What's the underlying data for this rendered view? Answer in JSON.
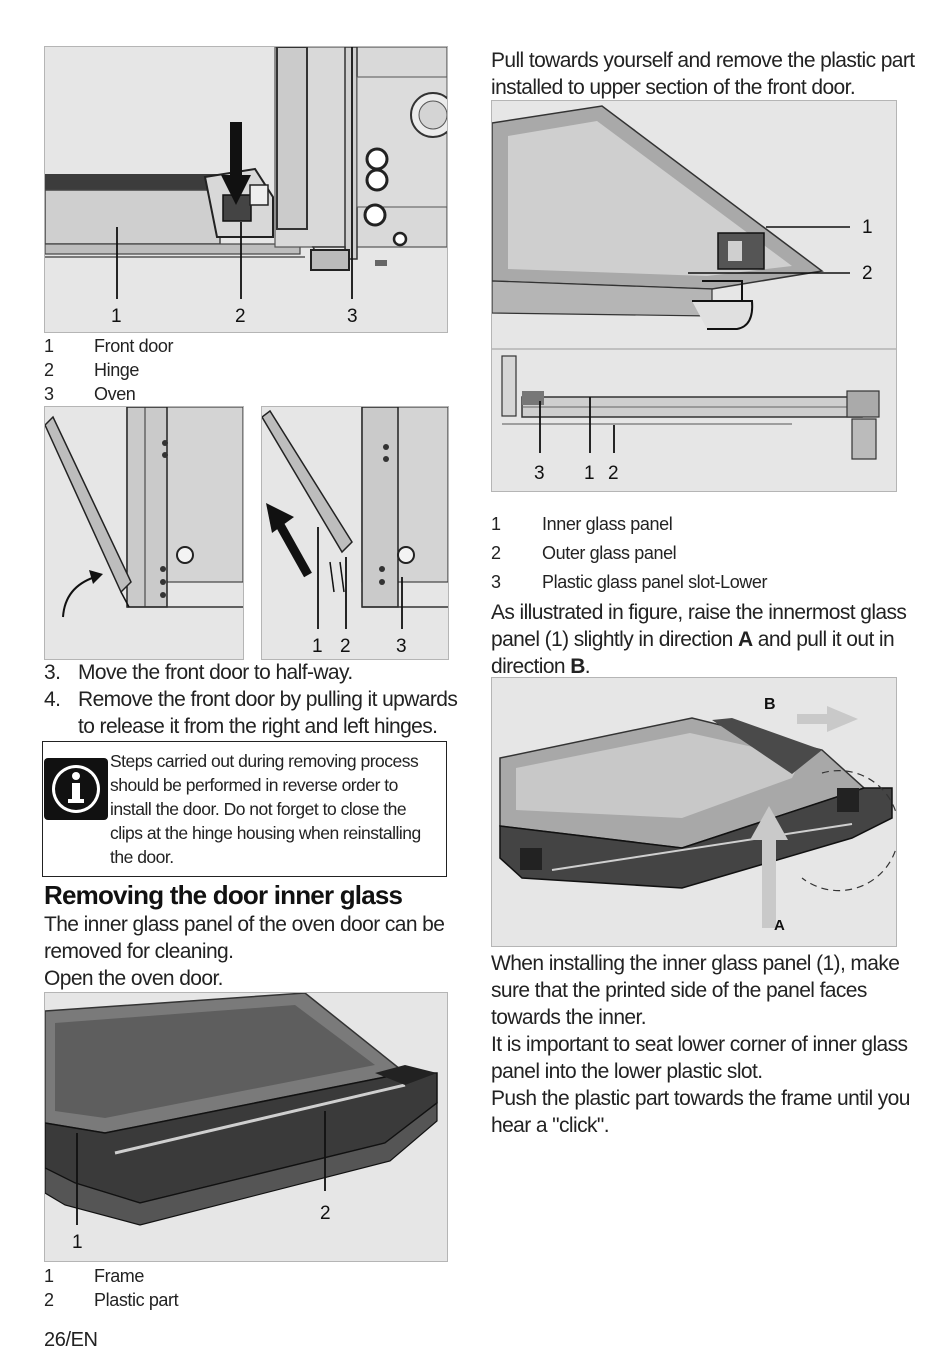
{
  "fig_hinge": {
    "labels": [
      "1",
      "2",
      "3"
    ],
    "captions": [
      {
        "n": "1",
        "t": "Front door"
      },
      {
        "n": "2",
        "t": "Hinge"
      },
      {
        "n": "3",
        "t": "Oven"
      }
    ]
  },
  "fig_remove": {
    "labels": [
      "1",
      "2",
      "3"
    ]
  },
  "steps": [
    {
      "n": "3.",
      "t": "Move the front door to half-way."
    },
    {
      "n": "4.",
      "t": "Remove the front door by pulling it upwards",
      "t2": "to release it from the right and left hinges."
    }
  ],
  "note": {
    "icon": "info-icon",
    "lines": [
      "Steps carried out during removing process",
      "should be performed in reverse order to",
      "install the door. Do not forget to close the",
      "clips at the hinge housing when reinstalling",
      "the door."
    ]
  },
  "section": {
    "heading": "Removing the door inner glass",
    "para_lines": [
      "The inner glass panel of the oven door can be",
      "removed for cleaning.",
      "Open the oven door."
    ]
  },
  "fig_frame": {
    "labels": [
      "1",
      "2"
    ],
    "captions": [
      {
        "n": "1",
        "t": "Frame"
      },
      {
        "n": "2",
        "t": "Plastic part"
      }
    ]
  },
  "right_intro": [
    "Pull towards yourself and remove the plastic part",
    "installed to upper section of the front door."
  ],
  "fig_plastic": {
    "labels_top": [
      "1",
      "2"
    ],
    "labels_bottom": [
      "3",
      "1",
      "2"
    ],
    "captions": [
      {
        "n": "1",
        "t": "Inner glass panel"
      },
      {
        "n": "2",
        "t": "Outer glass panel"
      },
      {
        "n": "3",
        "t": "Plastic glass panel slot-Lower"
      }
    ]
  },
  "instruction": {
    "line1": "As illustrated in figure, raise the innermost glass",
    "line2_pre": "panel (1) slightly in direction ",
    "line2_bold": "A",
    "line2_post": " and pull it out in",
    "line3_pre": "direction ",
    "line3_bold": "B",
    "line3_post": "."
  },
  "fig_glass": {
    "label_a": "A",
    "label_b": "B"
  },
  "closing_lines": [
    "When installing the inner glass panel (1), make",
    "sure that the printed side of the panel faces",
    "towards the inner.",
    "It is important to seat lower corner of inner glass",
    "panel into the lower plastic slot.",
    "Push the plastic part towards the frame until you",
    "hear a \"click\"."
  ],
  "footer": {
    "page": "26/EN"
  }
}
